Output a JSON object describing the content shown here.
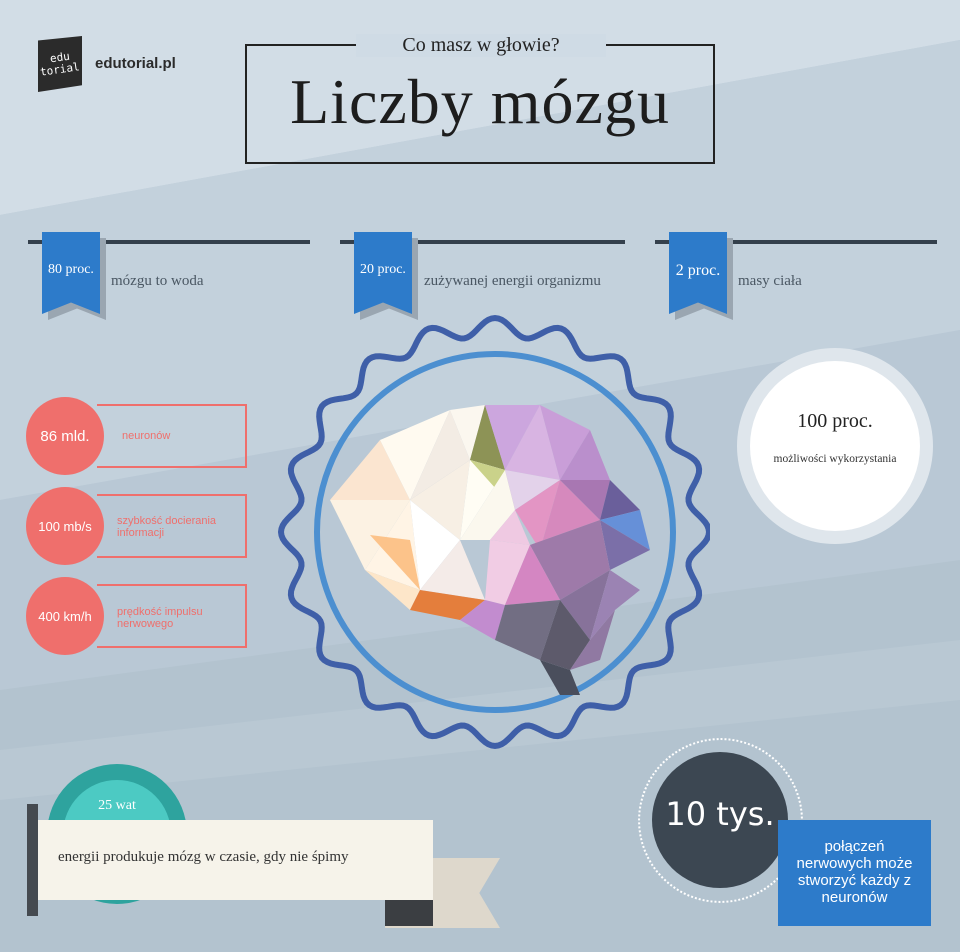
{
  "logo": {
    "badge_line1": "edu",
    "badge_line2": "torial",
    "site": "edutorial.pl"
  },
  "header": {
    "subtitle": "Co masz w głowie?",
    "title": "Liczby mózgu"
  },
  "stats_top": [
    {
      "value": "80 proc.",
      "text": "mózgu to woda"
    },
    {
      "value": "20 proc.",
      "text": "zużywanej energii organizmu"
    },
    {
      "value": "2 proc.",
      "text": "masy ciała"
    }
  ],
  "stats_left": [
    {
      "value": "86 mld.",
      "label_line1": "neuronów",
      "label_line2": ""
    },
    {
      "value": "100 mb/s",
      "label_line1": "szybkość docierania",
      "label_line2": "informacji"
    },
    {
      "value": "400 km/h",
      "label_line1": "prędkość impulsu",
      "label_line2": "nerwowego"
    }
  ],
  "usage": {
    "value": "100 proc.",
    "text": "możliwości wykorzystania"
  },
  "power": {
    "value": "25 wat",
    "text": "energii produkuje mózg w czasie, gdy nie śpimy"
  },
  "connections": {
    "value": "10 tys.",
    "line1": "połączeń",
    "line2": "nerwowych może",
    "line3": "stworzyć każdy z",
    "line4": "neuronów"
  },
  "colors": {
    "accent_blue": "#2d7bca",
    "accent_red": "#ef6f6c",
    "teal": "#4ccac3",
    "dark": "#3c4752"
  }
}
